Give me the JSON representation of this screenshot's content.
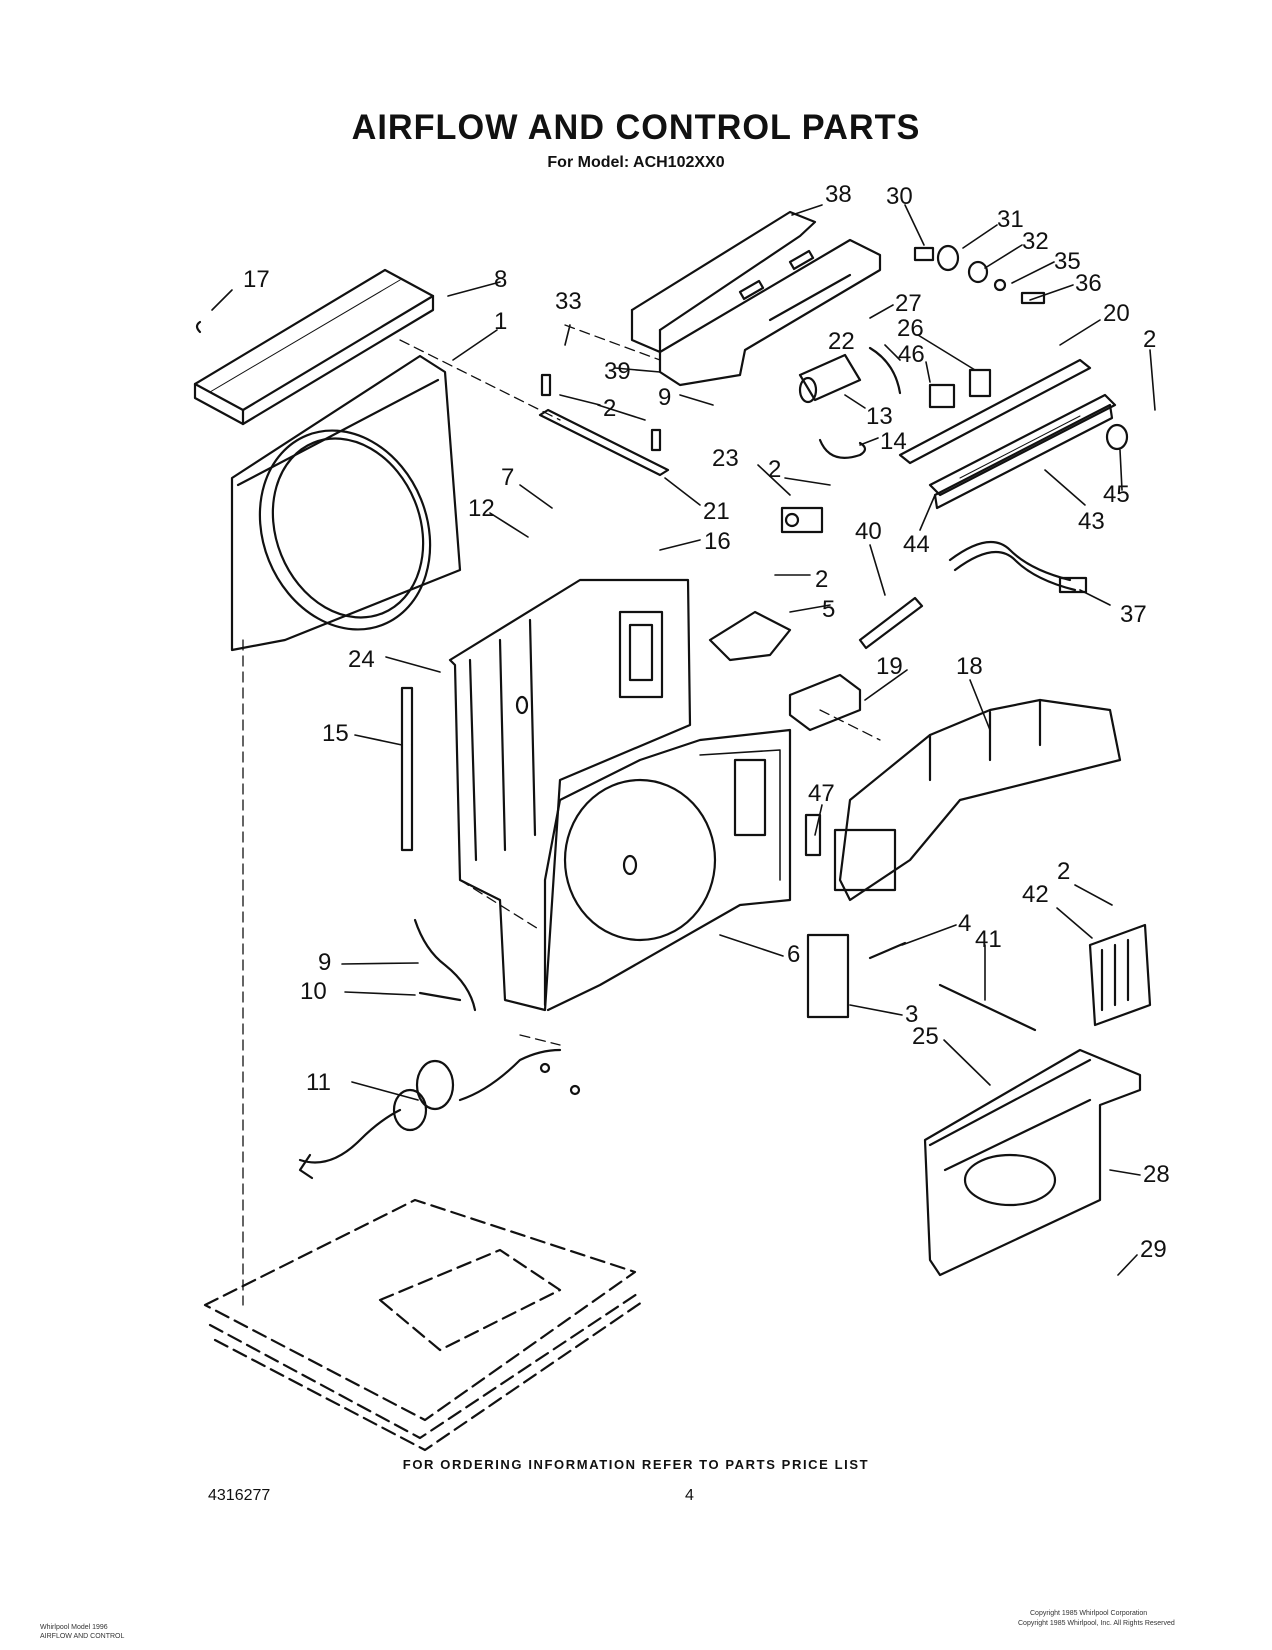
{
  "header": {
    "title": "AIRFLOW AND CONTROL PARTS",
    "subtitle": "For Model: ACH102XX0"
  },
  "callouts": [
    {
      "id": "17",
      "label": "17"
    },
    {
      "id": "8",
      "label": "8"
    },
    {
      "id": "1",
      "label": "1"
    },
    {
      "id": "33",
      "label": "33"
    },
    {
      "id": "39",
      "label": "39"
    },
    {
      "id": "2a",
      "label": "2"
    },
    {
      "id": "9a",
      "label": "9"
    },
    {
      "id": "21",
      "label": "21"
    },
    {
      "id": "7",
      "label": "7"
    },
    {
      "id": "12",
      "label": "12"
    },
    {
      "id": "16",
      "label": "16"
    },
    {
      "id": "38",
      "label": "38"
    },
    {
      "id": "30",
      "label": "30"
    },
    {
      "id": "31",
      "label": "31"
    },
    {
      "id": "32",
      "label": "32"
    },
    {
      "id": "35",
      "label": "35"
    },
    {
      "id": "36",
      "label": "36"
    },
    {
      "id": "27",
      "label": "27"
    },
    {
      "id": "26",
      "label": "26"
    },
    {
      "id": "20",
      "label": "20"
    },
    {
      "id": "2b",
      "label": "2"
    },
    {
      "id": "22",
      "label": "22"
    },
    {
      "id": "46",
      "label": "46"
    },
    {
      "id": "13",
      "label": "13"
    },
    {
      "id": "14",
      "label": "14"
    },
    {
      "id": "2c",
      "label": "2"
    },
    {
      "id": "23",
      "label": "23"
    },
    {
      "id": "45",
      "label": "45"
    },
    {
      "id": "43",
      "label": "43"
    },
    {
      "id": "44",
      "label": "44"
    },
    {
      "id": "40",
      "label": "40"
    },
    {
      "id": "2d",
      "label": "2"
    },
    {
      "id": "5",
      "label": "5"
    },
    {
      "id": "37",
      "label": "37"
    },
    {
      "id": "24",
      "label": "24"
    },
    {
      "id": "19",
      "label": "19"
    },
    {
      "id": "18",
      "label": "18"
    },
    {
      "id": "15",
      "label": "15"
    },
    {
      "id": "47",
      "label": "47"
    },
    {
      "id": "2e",
      "label": "2"
    },
    {
      "id": "42",
      "label": "42"
    },
    {
      "id": "4",
      "label": "4"
    },
    {
      "id": "41",
      "label": "41"
    },
    {
      "id": "9b",
      "label": "9"
    },
    {
      "id": "6",
      "label": "6"
    },
    {
      "id": "10",
      "label": "10"
    },
    {
      "id": "3",
      "label": "3"
    },
    {
      "id": "25",
      "label": "25"
    },
    {
      "id": "11",
      "label": "11"
    },
    {
      "id": "28",
      "label": "28"
    },
    {
      "id": "29",
      "label": "29"
    }
  ],
  "footer": {
    "ordering_note": "FOR ORDERING INFORMATION REFER TO PARTS PRICE LIST",
    "doc_number": "4316277",
    "page_number": "4",
    "left_fine_1": "Whirlpool Model 1996",
    "left_fine_2": "AIRFLOW AND CONTROL",
    "right_fine_1": "Copyright 1985 Whirlpool Corporation",
    "right_fine_2": "Copyright 1985 Whirlpool, Inc. All Rights Reserved"
  }
}
